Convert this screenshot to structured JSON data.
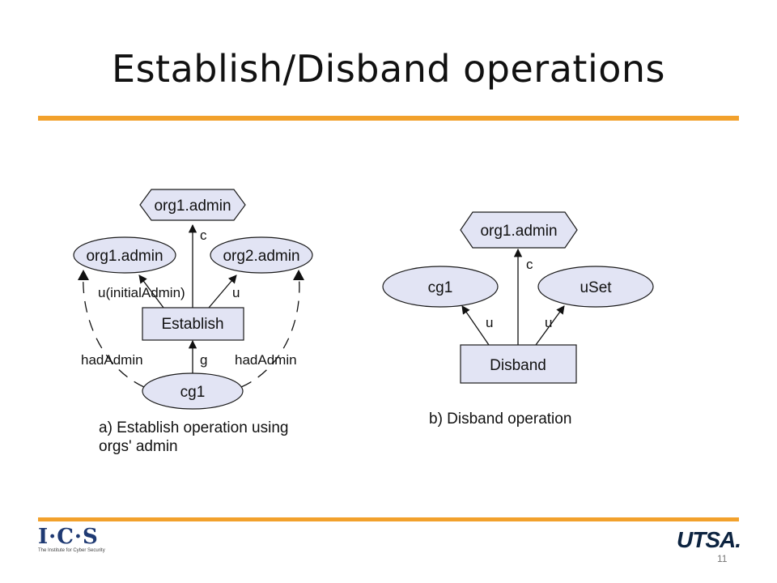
{
  "slide": {
    "title": "Establish/Disband operations",
    "page_number": "11"
  },
  "diagram_a": {
    "nodes": {
      "top": "org1.admin",
      "left": "org1.admin",
      "right": "org2.admin",
      "op": "Establish",
      "bottom": "cg1"
    },
    "edges": {
      "c": "c",
      "initial_admin": "u(initialAdmin)",
      "u": "u",
      "g": "g",
      "had_admin_left": "hadAdmin",
      "had_admin_right": "hadAdmin"
    },
    "caption_line1": "a) Establish operation using",
    "caption_line2": "orgs' admin"
  },
  "diagram_b": {
    "nodes": {
      "top": "org1.admin",
      "left": "cg1",
      "right": "uSet",
      "op": "Disband"
    },
    "edges": {
      "c": "c",
      "u_left": "u",
      "u_right": "u"
    },
    "caption": "b) Disband operation"
  },
  "footer": {
    "left_logo": "I·C·S",
    "left_logo_tagline": "The Institute for Cyber Security",
    "right_logo": "UTSA."
  },
  "colors": {
    "accent_rule": "#f2a12c",
    "node_fill": "#e2e4f4"
  }
}
